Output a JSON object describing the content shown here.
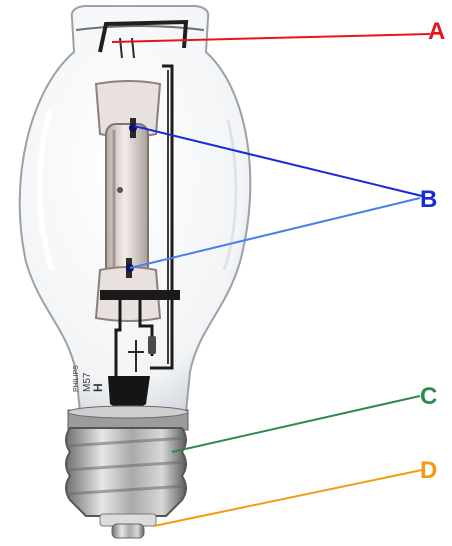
{
  "labels": {
    "a": {
      "text": "A",
      "color": "#e8141c"
    },
    "b": {
      "text": "B",
      "color": "#1a2ad8"
    },
    "c": {
      "text": "C",
      "color": "#2e8a4e"
    },
    "d": {
      "text": "D",
      "color": "#f39c12"
    }
  },
  "bulb_print": {
    "line1": "PHILIPS",
    "line2": "M57",
    "line3": "H"
  }
}
